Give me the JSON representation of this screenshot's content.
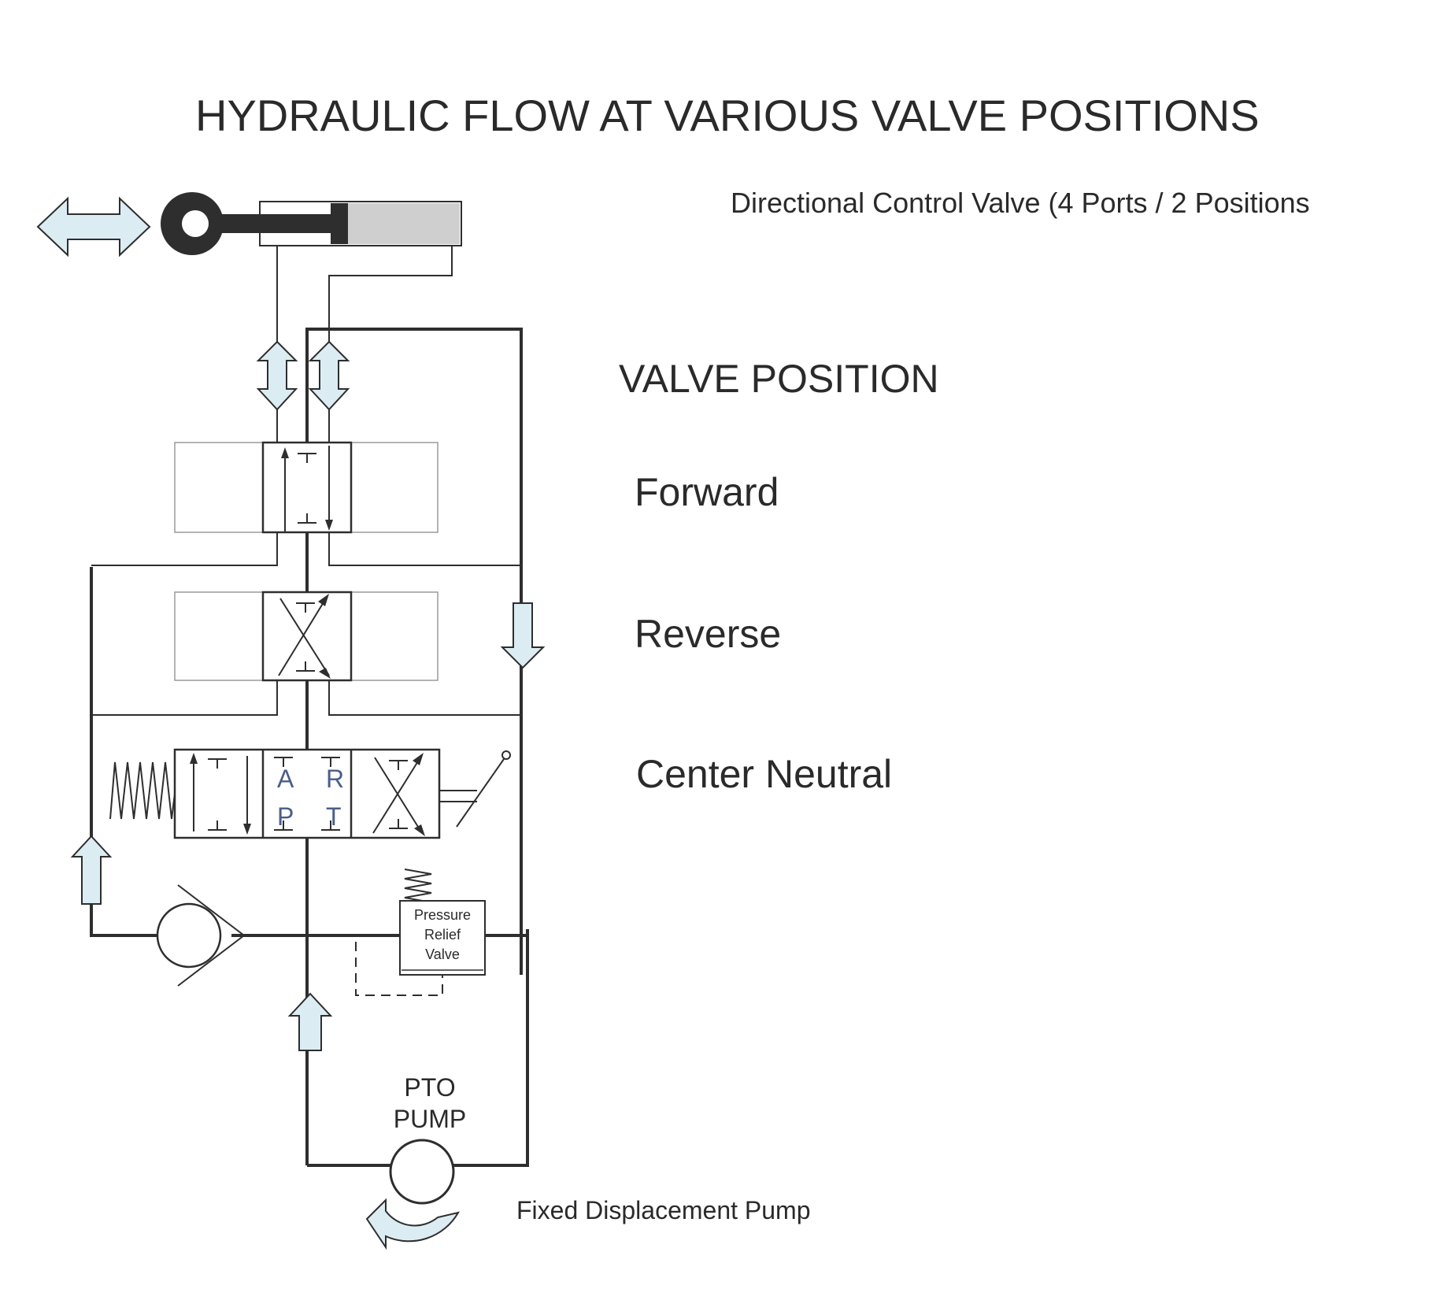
{
  "title": "HYDRAULIC FLOW AT VARIOUS VALVE POSITIONS",
  "subtitle": "Directional Control Valve (4 Ports  / 2 Positions",
  "valve_position": {
    "heading": "VALVE POSITION",
    "positions": [
      "Forward",
      "Reverse",
      "Center Neutral"
    ]
  },
  "ports": {
    "a": "A",
    "p": "P",
    "r": "R",
    "t": "T"
  },
  "relief_valve": {
    "line1": "Pressure",
    "line2": "Relief",
    "line3": "Valve"
  },
  "pump": {
    "line1": "PTO",
    "line2": "PUMP",
    "caption": "Fixed Displacement Pump"
  },
  "colors": {
    "flow_arrow_fill": "#dcecf3",
    "line": "#2e2e2e",
    "port_letters": "#4a5e8a"
  }
}
